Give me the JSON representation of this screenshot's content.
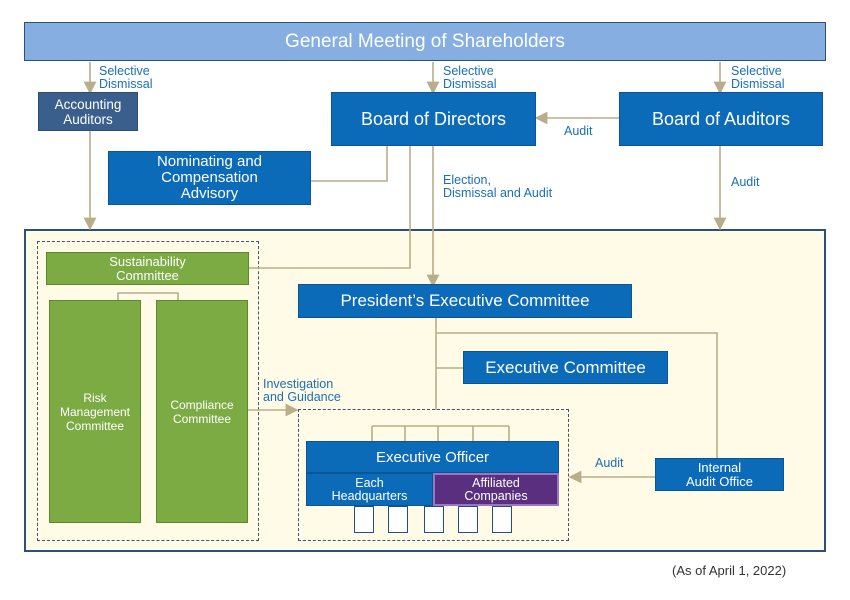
{
  "shareholders": "General Meeting of Shareholders",
  "accounting_auditors": "Accounting\nAuditors",
  "board_of_directors": "Board of Directors",
  "board_of_auditors": "Board of Auditors",
  "nominating": "Nominating and\nCompensation\nAdvisory",
  "sustainability": "Sustainability\nCommittee",
  "risk_management": "Risk\nManagement\nCommittee",
  "compliance": "Compliance\nCommittee",
  "presidents_committee": "President’s Executive Committee",
  "executive_committee": "Executive Committee",
  "executive_officer": "Executive Officer",
  "each_headquarters": "Each\nHeadquarters",
  "affiliated_companies": "Affiliated\nCompanies",
  "internal_audit": "Internal\nAudit Office",
  "labels": {
    "selective_dismissal": "Selective\nDismissal",
    "audit": "Audit",
    "election": "Election,\nDismissal and Audit",
    "investigation": "Investigation\nand Guidance"
  },
  "footnote": "(As of April 1, 2022)",
  "colors": {
    "blue_box": "#0b6bb8",
    "navy_box": "#3b5f8c",
    "green_box": "#7cab44",
    "purple_box": "#5b2f7f",
    "header_fill": "#86aee0",
    "area_fill": "#fffbe6",
    "connector": "#b9ae8a",
    "label_text": "#1a6fb8"
  }
}
